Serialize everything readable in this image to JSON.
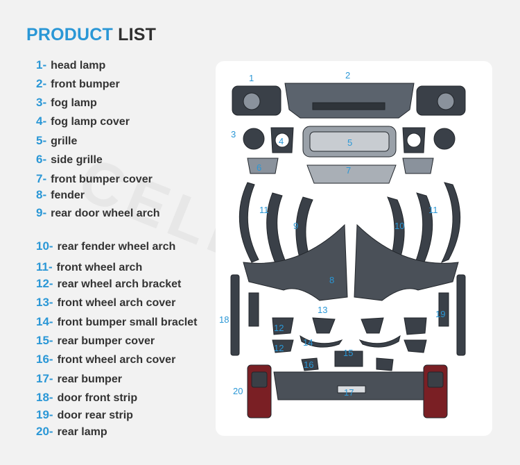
{
  "heading": {
    "accent": "PRODUCT",
    "rest": "LIST"
  },
  "watermark": "CELEB   CO",
  "items": [
    {
      "num": "1-",
      "label": "head lamp"
    },
    {
      "num": "2-",
      "label": "front bumper"
    },
    {
      "num": "3-",
      "label": "fog lamp"
    },
    {
      "num": "4-",
      "label": "fog lamp cover"
    },
    {
      "num": "5-",
      "label": "grille"
    },
    {
      "num": "6-",
      "label": "side grille"
    },
    {
      "num": "7-",
      "label": "front bumper cover"
    },
    {
      "num": "8-",
      "label": "fender"
    },
    {
      "num": "9-",
      "label": "rear door wheel arch"
    },
    {
      "num": "10-",
      "label": "rear fender wheel arch"
    },
    {
      "num": "11-",
      "label": "front wheel arch"
    },
    {
      "num": "12-",
      "label": "rear wheel arch bracket"
    },
    {
      "num": "13-",
      "label": "front wheel arch cover"
    },
    {
      "num": "14-",
      "label": "front bumper small braclet"
    },
    {
      "num": "15-",
      "label": "rear bumper cover"
    },
    {
      "num": "16-",
      "label": "front wheel arch cover"
    },
    {
      "num": "17-",
      "label": "rear bumper"
    },
    {
      "num": "18-",
      "label": "door front strip"
    },
    {
      "num": "19-",
      "label": "door rear strip"
    },
    {
      "num": "20-",
      "label": "rear lamp"
    }
  ],
  "callouts": [
    "1",
    "2",
    "3",
    "4",
    "5",
    "6",
    "7",
    "11",
    "9",
    "10",
    "11",
    "8",
    "18",
    "13",
    "19",
    "12",
    "14",
    "12",
    "15",
    "16",
    "20",
    "17"
  ],
  "colors": {
    "accent": "#2a97d6",
    "text": "#333333",
    "part": "#3a4048",
    "part_light": "#5b636d"
  }
}
